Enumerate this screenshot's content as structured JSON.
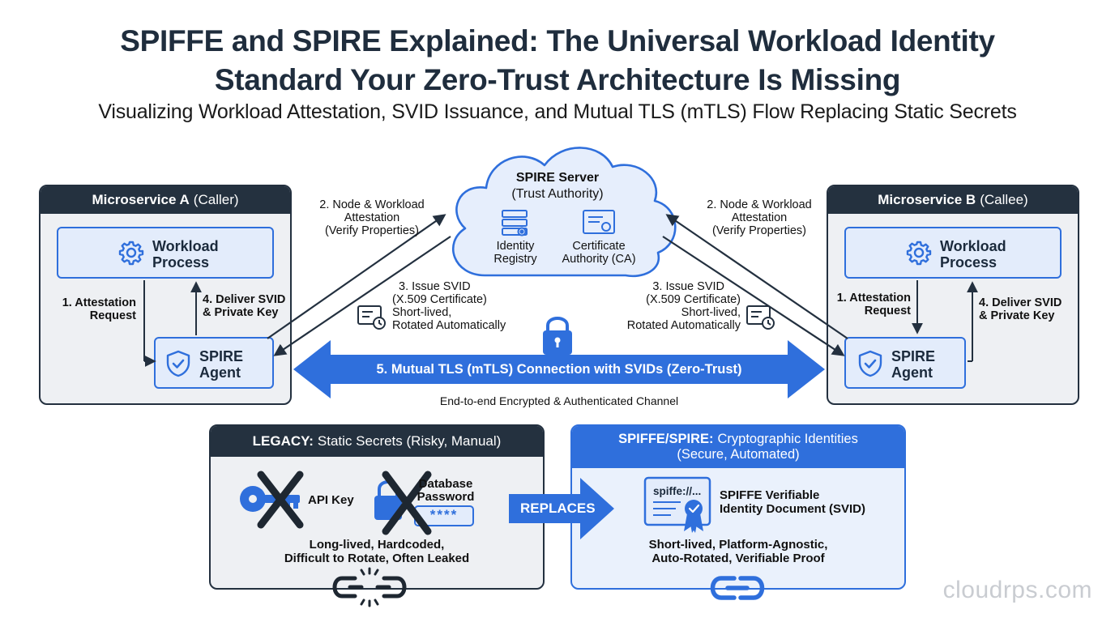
{
  "title": {
    "line1": "SPIFFE and SPIRE Explained: The Universal Workload Identity",
    "line2": "Standard Your Zero-Trust Architecture Is Missing",
    "subtitle": "Visualizing Workload Attestation, SVID Issuance, and Mutual TLS (mTLS) Flow Replacing Static Secrets"
  },
  "server": {
    "name": "SPIRE Server",
    "role": "(Trust Authority)",
    "registry_line1": "Identity",
    "registry_line2": "Registry",
    "ca_line1": "Certificate",
    "ca_line2": "Authority (CA)"
  },
  "microservice_a": {
    "name": "Microservice A",
    "role": "(Caller)",
    "workload_line1": "Workload",
    "workload_line2": "Process",
    "agent_line1": "SPIRE",
    "agent_line2": "Agent",
    "step1_line1": "1. Attestation",
    "step1_line2": "Request",
    "step4_line1": "4. Deliver SVID",
    "step4_line2": "& Private Key"
  },
  "microservice_b": {
    "name": "Microservice B",
    "role": "(Callee)",
    "workload_line1": "Workload",
    "workload_line2": "Process",
    "agent_line1": "SPIRE",
    "agent_line2": "Agent",
    "step1_line1": "1. Attestation",
    "step1_line2": "Request",
    "step4_line1": "4. Deliver SVID",
    "step4_line2": "& Private Key"
  },
  "attestation": {
    "line1": "2. Node & Workload",
    "line2": "Attestation",
    "line3": "(Verify Properties)"
  },
  "issue": {
    "line1": "3. Issue SVID",
    "line2": "(X.509 Certificate)",
    "line3": "Short-lived,",
    "line4": "Rotated Automatically"
  },
  "mtls": {
    "label": "5. Mutual TLS (mTLS) Connection with SVIDs (Zero-Trust)",
    "caption": "End-to-end Encrypted & Authenticated Channel"
  },
  "legacy": {
    "head_bold": "LEGACY:",
    "head_rest": "Static Secrets (Risky, Manual)",
    "api_key": "API Key",
    "db_line1": "Database",
    "db_line2": "Password",
    "password_mask": "****",
    "desc_line1": "Long-lived, Hardcoded,",
    "desc_line2": "Difficult to Rotate, Often Leaked"
  },
  "replaces": "REPLACES",
  "spiffe": {
    "head_bold": "SPIFFE/SPIRE:",
    "head_rest": "Cryptographic Identities",
    "head_line2": "(Secure, Automated)",
    "uri": "spiffe://...",
    "svid_line1": "SPIFFE Verifiable",
    "svid_line2": "Identity Document (SVID)",
    "desc_line1": "Short-lived, Platform-Agnostic,",
    "desc_line2": "Auto-Rotated, Verifiable Proof"
  },
  "watermark": "cloudrps.com",
  "colors": {
    "accent": "#2f6fdc",
    "dark": "#24313f",
    "panel": "#eef0f3",
    "light_blue": "#e3ecfb"
  },
  "icons": [
    "gear-icon",
    "shield-check-icon",
    "server-icon",
    "certificate-icon",
    "lock-icon",
    "document-clock-icon",
    "key-icon",
    "cross-icon",
    "broken-link-icon",
    "link-icon",
    "award-icon"
  ]
}
